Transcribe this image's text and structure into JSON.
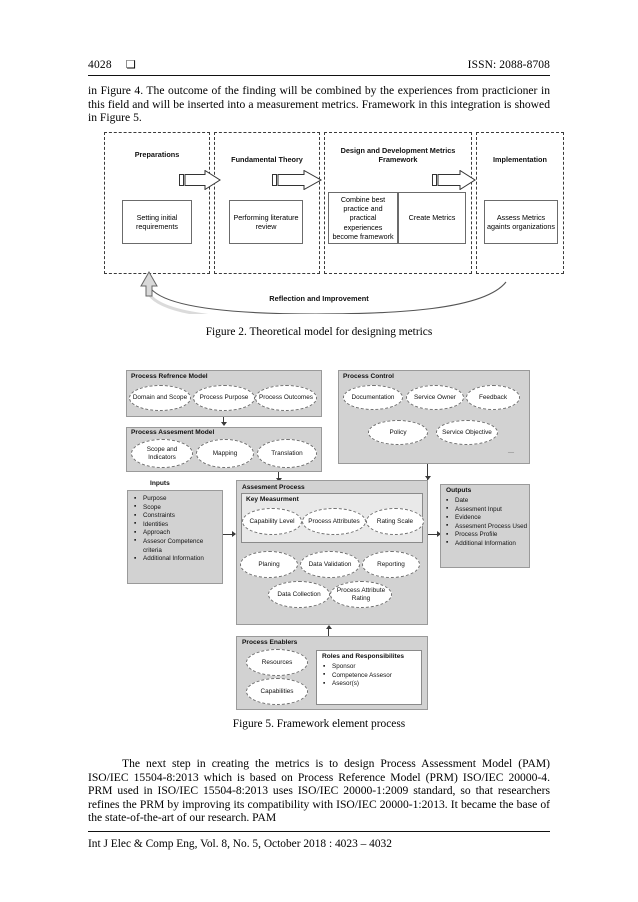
{
  "header": {
    "page_number": "4028",
    "marker_glyph": "square-marker",
    "issn": "ISSN: 2088-8708"
  },
  "body": {
    "paragraph_top": "in Figure 4. The outcome of the finding will be combined by the experiences from practicioner in this field and will be inserted into a measurement metrics. Framework in this integration is showed in Figure 5.",
    "paragraph_bottom": "The next step in creating the metrics is to design Process Assessment Model (PAM) ISO/IEC 15504-8:2013 which is based on Process Reference Model (PRM) ISO/IEC 20000-4. PRM used in ISO/IEC 15504-8:2013 uses ISO/IEC 20000-1:2009 standard, so that researchers refines the PRM by improving its compatibility with ISO/IEC 20000-1:2013. It became the base of the state-of-the-art of our research. PAM"
  },
  "captions": {
    "figure2": "Figure 2. Theoretical model for designing metrics",
    "figure5": "Figure 5. Framework element process"
  },
  "footer": {
    "text": "Int J Elec & Comp Eng, Vol. 8, No. 5, October 2018 :  4023 – 4032"
  },
  "figure2": {
    "lanes": [
      {
        "title": "Preparations",
        "box": "Setting initial requirements"
      },
      {
        "title": "Fundamental Theory",
        "box": "Performing literature review"
      },
      {
        "title": "Design and Development Metrics Framework",
        "box": "Combine best practice and practical experiences become framework",
        "box2": "Create Metrics"
      },
      {
        "title": "Implementation",
        "box": "Assess Metrics againts organizations"
      }
    ],
    "loop_label": "Reflection and Improvement"
  },
  "figure5": {
    "process_reference_model": {
      "title": "Process Refrence Model",
      "nodes": [
        "Domain and Scope",
        "Process Purpose",
        "Process Outcomes"
      ]
    },
    "process_assessment_model": {
      "title": "Process Assesment Model",
      "nodes": [
        "Scope and Indicators",
        "Mapping",
        "Translation"
      ]
    },
    "process_control": {
      "title": "Process Control",
      "nodes": [
        "Documentation",
        "Service Owner",
        "Feedback",
        "Policy",
        "Service Objective"
      ]
    },
    "inputs": {
      "title": "Inputs",
      "items": [
        "Purpose",
        "Scope",
        "Constraints",
        "Identities",
        "Approach",
        "Assesor Competence",
        "criteria",
        "Additional Information"
      ]
    },
    "assessment_process": {
      "title": "Assesment Process",
      "key_measurement": {
        "title": "Key Measurment",
        "nodes": [
          "Capability Level",
          "Process Attributes",
          "Rating Scale"
        ]
      },
      "nodes": [
        "Planing",
        "Data Validation",
        "Reporting",
        "Data Collection",
        "Process Attribute Rating"
      ]
    },
    "outputs": {
      "title": "Outputs",
      "items": [
        "Date",
        "Assesment Input",
        "Evidence",
        "Assesment Process Used",
        "Process Profile",
        "Additional Information"
      ]
    },
    "process_enablers": {
      "title": "Process Enablers",
      "nodes": [
        "Resources",
        "Capabilities"
      ],
      "roles": {
        "title": "Roles and Responsibilites",
        "items": [
          "Sponsor",
          "Competence Assesor",
          "Asesor(s)"
        ]
      }
    }
  },
  "colors": {
    "panel_gray": "#d2d2d2",
    "panel_border": "#9a9a9a",
    "text": "#000000",
    "rule": "#111111"
  }
}
